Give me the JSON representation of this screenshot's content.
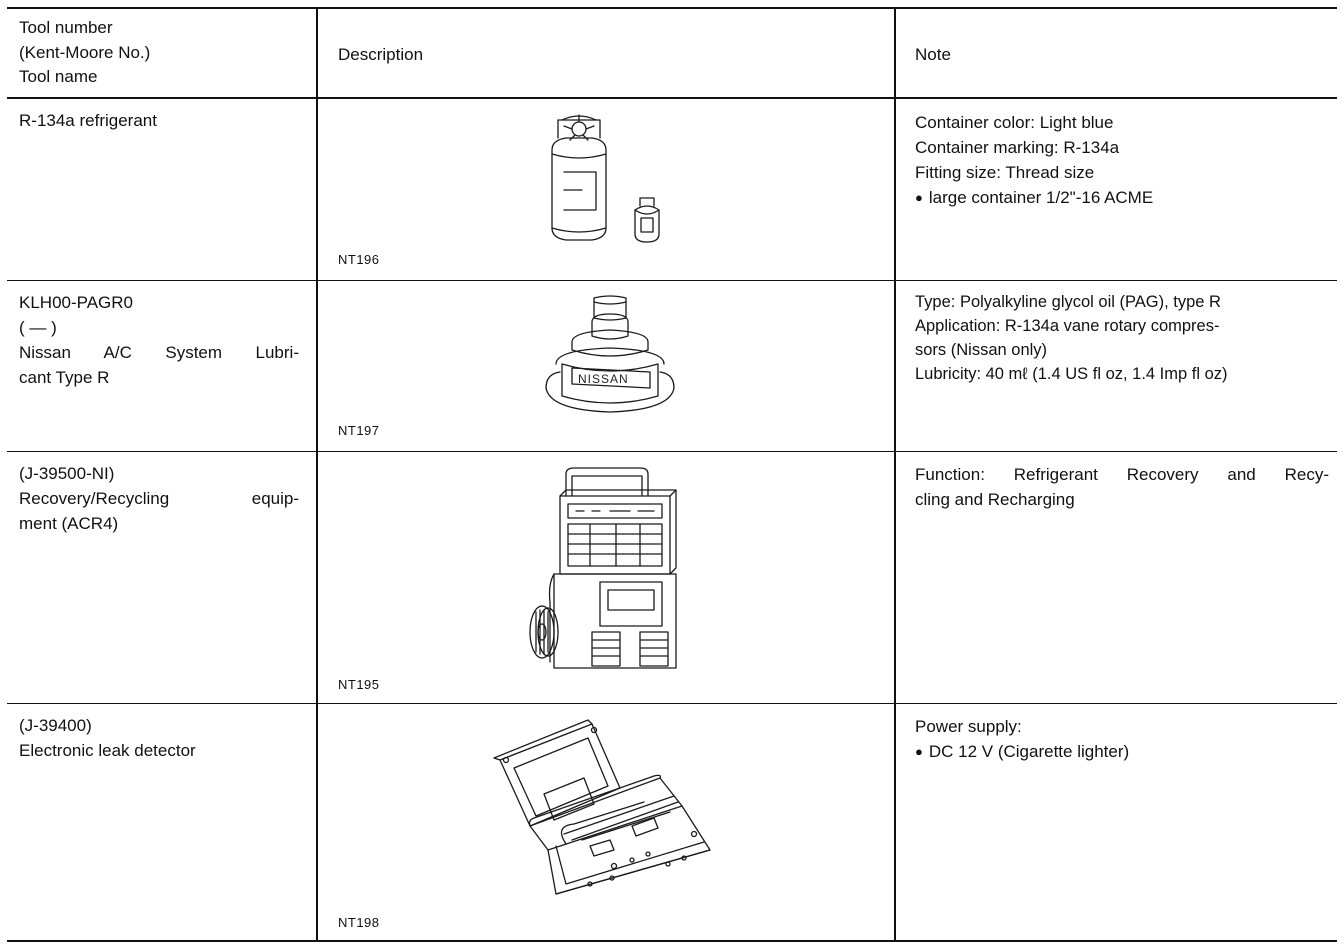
{
  "header": {
    "col1": [
      "Tool number",
      "(Kent-Moore No.)",
      "Tool name"
    ],
    "col2": "Description",
    "col3": "Note"
  },
  "rows": [
    {
      "tool": [
        "R-134a refrigerant"
      ],
      "figure_code": "NT196",
      "figure": "refrigerant-container-icon",
      "notes": [
        "Container color: Light blue",
        "Container marking: R-134a",
        "Fitting size: Thread size"
      ],
      "bullets": [
        "large container 1/2\"-16 ACME"
      ]
    },
    {
      "tool": [
        "KLH00-PAGR0",
        "( — )",
        "Nissan A/C System Lubri-",
        "cant Type R"
      ],
      "figure_code": "NT197",
      "figure": "lubricant-bottle-icon",
      "figure_label": "NISSAN",
      "notes": [
        "Type: Polyalkyline glycol oil (PAG), type R",
        "Application: R-134a vane rotary compres-",
        "sors (Nissan only)",
        "Lubricity: 40 mℓ (1.4 US fl oz, 1.4 Imp fl oz)"
      ],
      "bullets": []
    },
    {
      "tool": [
        "(J-39500-NI)",
        "Recovery/Recycling equip-",
        "ment (ACR4)"
      ],
      "figure_code": "NT195",
      "figure": "recovery-machine-icon",
      "notes": [
        "Function: Refrigerant Recovery and Recy-",
        "cling and Recharging"
      ],
      "bullets": []
    },
    {
      "tool": [
        "(J-39400)",
        "Electronic leak detector"
      ],
      "figure_code": "NT198",
      "figure": "leak-detector-case-icon",
      "notes": [
        "Power supply:"
      ],
      "bullets": [
        "DC 12 V (Cigarette lighter)"
      ]
    }
  ]
}
